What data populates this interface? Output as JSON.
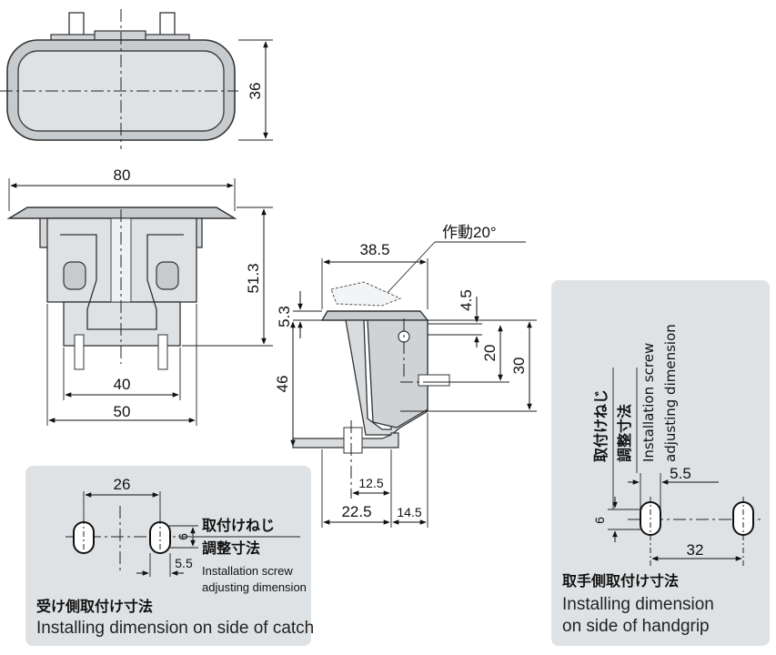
{
  "top_view": {
    "height_dim": "36"
  },
  "front_view": {
    "width_dim": "80",
    "height_dim": "51.3",
    "inner_dim": "40",
    "outer_dim": "50"
  },
  "side_view": {
    "action_label": "作動20°",
    "dims": {
      "d38_5": "38.5",
      "d4_5": "4.5",
      "d5_3": "5.3",
      "d20": "20",
      "d30": "30",
      "d46": "46",
      "d12_5": "12.5",
      "d22_5": "22.5",
      "d14_5": "14.5"
    }
  },
  "catch_panel": {
    "dims": {
      "d26": "26",
      "d6": "6",
      "d5_5": "5.5"
    },
    "adjust_label_jp_1": "取付けねじ",
    "adjust_label_jp_2": "調整寸法",
    "adjust_label_en_1": "Installation screw",
    "adjust_label_en_2": "adjusting dimension",
    "title_jp": "受け側取付け寸法",
    "title_en": "Installing dimension on side of catch"
  },
  "handgrip_panel": {
    "dims": {
      "d5_5": "5.5",
      "d6": "6",
      "d32": "32"
    },
    "adjust_label_jp_1": "取付けねじ",
    "adjust_label_jp_2": "調整寸法",
    "adjust_label_en_1": "Installation screw",
    "adjust_label_en_2": "adjusting dimension",
    "title_jp": "取手側取付け寸法",
    "title_en_1": "Installing dimension",
    "title_en_2": "on side of handgrip"
  }
}
